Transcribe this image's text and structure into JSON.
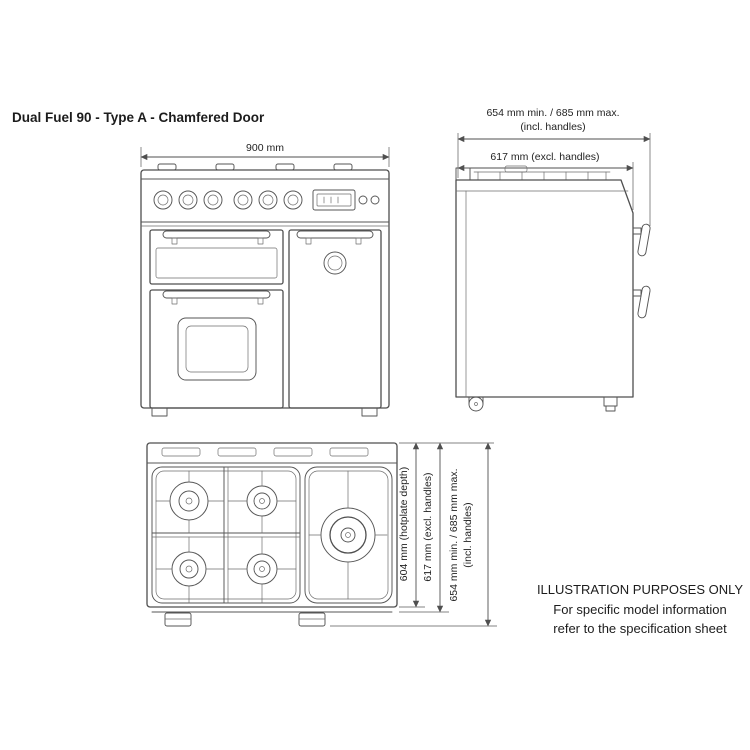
{
  "title": "Dual Fuel 90 - Type A - Chamfered Door",
  "front_view": {
    "width_dim": "900 mm"
  },
  "side_view": {
    "depth_incl_line1": "654 mm min. / 685 mm max.",
    "depth_incl_line2": "(incl. handles)",
    "depth_excl": "617 mm (excl. handles)"
  },
  "plan_view": {
    "hotplate_depth": "604 mm (hotplate depth)",
    "depth_excl": "617 mm (excl. handles)",
    "depth_incl_line1": "654 mm min. / 685 mm max.",
    "depth_incl_line2": "(incl. handles)"
  },
  "disclaimer": {
    "line1": "ILLUSTRATION PURPOSES ONLY",
    "line2": "For specific model information",
    "line3": "refer to the specification sheet"
  }
}
